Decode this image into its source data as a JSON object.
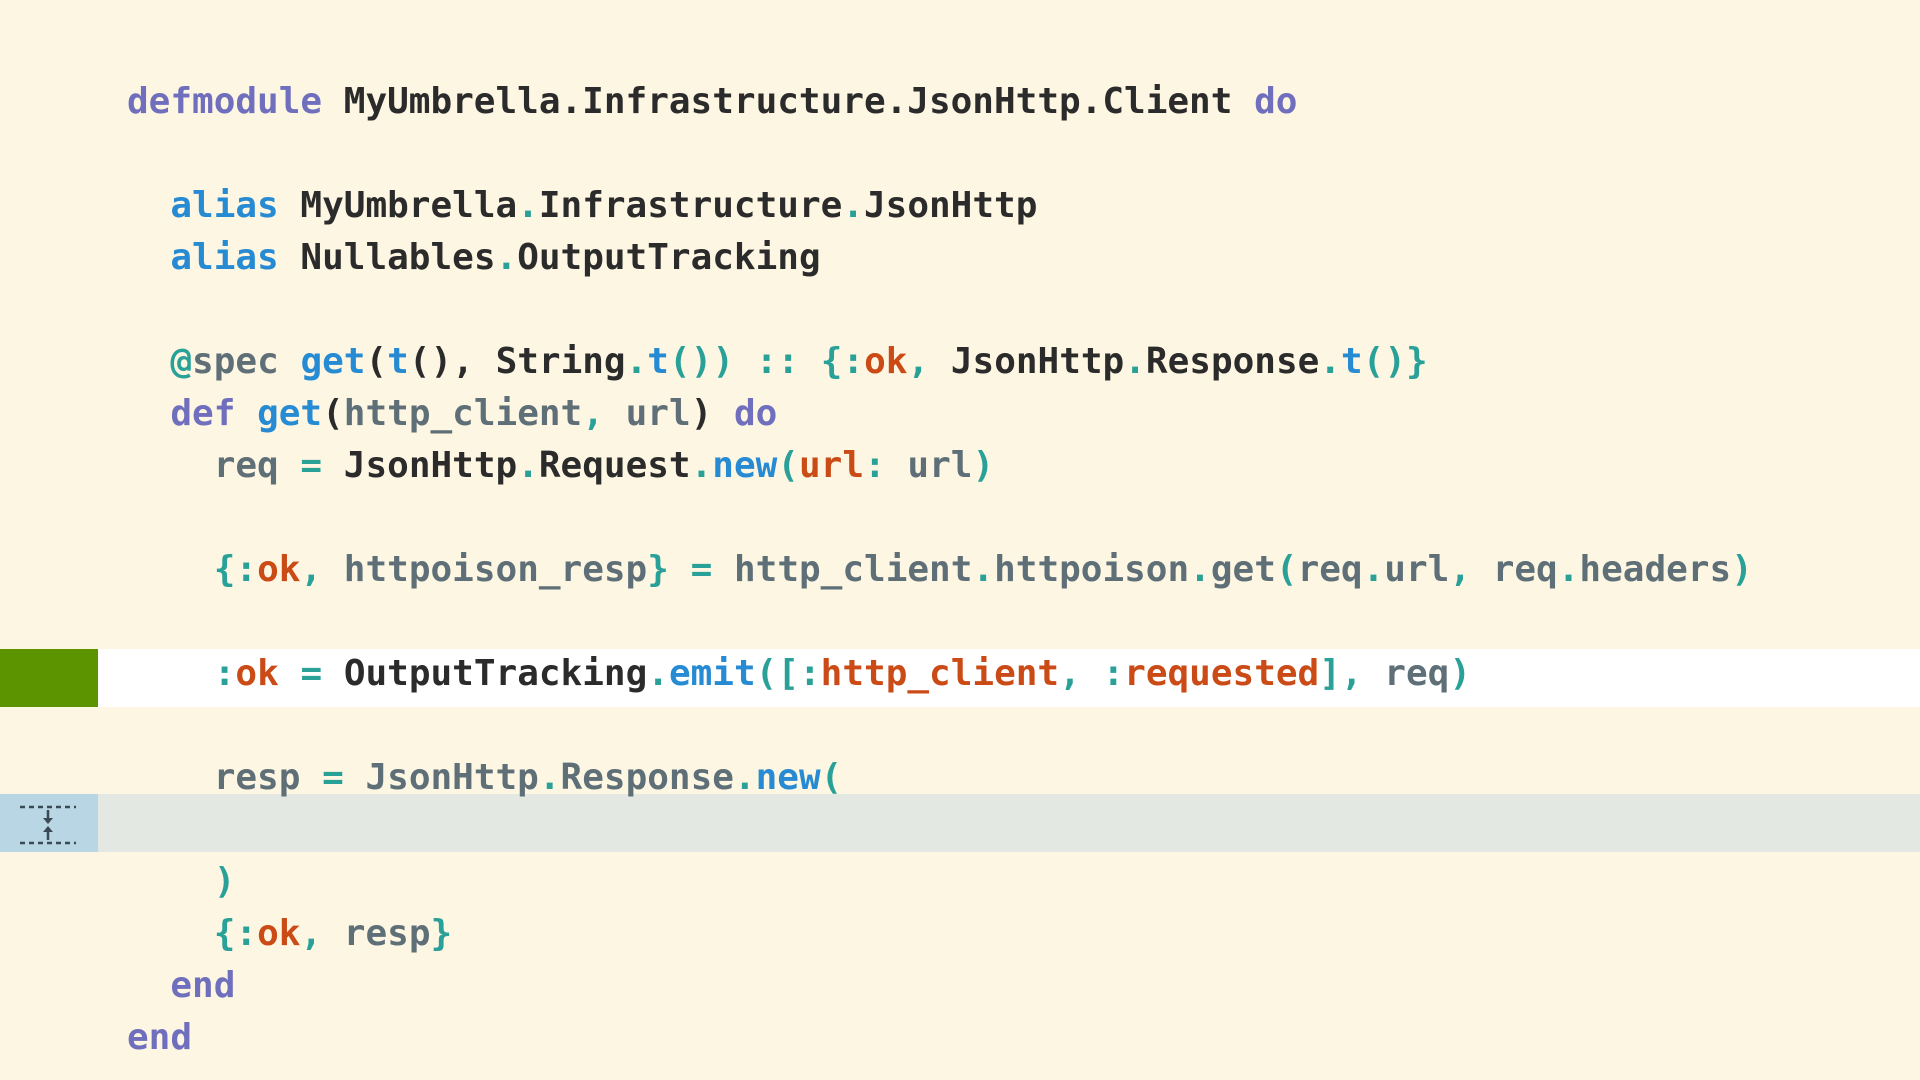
{
  "colors": {
    "background": "#fdf6e3",
    "keyword": "#6f6fbd",
    "alias": "#268bd2",
    "module": "#2b2b2b",
    "function": "#268bd2",
    "variable": "#5f6f77",
    "atom": "#cb4b16",
    "punctuation": "#2aa198",
    "added_marker": "#5c9400",
    "fold_marker": "#b9d6e4",
    "highlight_line": "#ffffff",
    "collapsed_line": "#e4e8e2"
  },
  "gutter": {
    "added_icon": "added-line-marker",
    "fold_icon": "expand-collapsed-icon"
  },
  "code": {
    "lines": [
      {
        "tokens": [
          {
            "c": "t-kw",
            "t": "defmodule"
          },
          {
            "c": "t-plain",
            "t": " "
          },
          {
            "c": "t-mod",
            "t": "MyUmbrella.Infrastructure.JsonHttp.Client"
          },
          {
            "c": "t-plain",
            "t": " "
          },
          {
            "c": "t-kw",
            "t": "do"
          }
        ]
      },
      {
        "tokens": []
      },
      {
        "tokens": [
          {
            "c": "t-plain",
            "t": "  "
          },
          {
            "c": "t-alias",
            "t": "alias"
          },
          {
            "c": "t-plain",
            "t": " "
          },
          {
            "c": "t-mod",
            "t": "MyUmbrella"
          },
          {
            "c": "t-dot",
            "t": "."
          },
          {
            "c": "t-mod",
            "t": "Infrastructure"
          },
          {
            "c": "t-dot",
            "t": "."
          },
          {
            "c": "t-mod",
            "t": "JsonHttp"
          }
        ]
      },
      {
        "tokens": [
          {
            "c": "t-plain",
            "t": "  "
          },
          {
            "c": "t-alias",
            "t": "alias"
          },
          {
            "c": "t-plain",
            "t": " "
          },
          {
            "c": "t-mod",
            "t": "Nullables"
          },
          {
            "c": "t-dot",
            "t": "."
          },
          {
            "c": "t-mod",
            "t": "OutputTracking"
          }
        ]
      },
      {
        "tokens": []
      },
      {
        "tokens": [
          {
            "c": "t-plain",
            "t": "  "
          },
          {
            "c": "t-attr",
            "t": "@"
          },
          {
            "c": "t-attr-name",
            "t": "spec"
          },
          {
            "c": "t-plain",
            "t": " "
          },
          {
            "c": "t-fn",
            "t": "get"
          },
          {
            "c": "t-plain",
            "t": "("
          },
          {
            "c": "t-fn",
            "t": "t"
          },
          {
            "c": "t-plain",
            "t": "(),"
          },
          {
            "c": "t-plain",
            "t": " "
          },
          {
            "c": "t-mod",
            "t": "String"
          },
          {
            "c": "t-dot",
            "t": "."
          },
          {
            "c": "t-fn",
            "t": "t"
          },
          {
            "c": "t-punc",
            "t": "())"
          },
          {
            "c": "t-plain",
            "t": " "
          },
          {
            "c": "t-punc",
            "t": "::"
          },
          {
            "c": "t-plain",
            "t": " "
          },
          {
            "c": "t-punc",
            "t": "{:"
          },
          {
            "c": "t-atom",
            "t": "ok"
          },
          {
            "c": "t-punc",
            "t": ","
          },
          {
            "c": "t-plain",
            "t": " "
          },
          {
            "c": "t-mod",
            "t": "JsonHttp"
          },
          {
            "c": "t-dot",
            "t": "."
          },
          {
            "c": "t-mod",
            "t": "Response"
          },
          {
            "c": "t-dot",
            "t": "."
          },
          {
            "c": "t-fn",
            "t": "t"
          },
          {
            "c": "t-punc",
            "t": "()}"
          }
        ]
      },
      {
        "tokens": [
          {
            "c": "t-plain",
            "t": "  "
          },
          {
            "c": "t-kw",
            "t": "def"
          },
          {
            "c": "t-plain",
            "t": " "
          },
          {
            "c": "t-fn",
            "t": "get"
          },
          {
            "c": "t-plain",
            "t": "("
          },
          {
            "c": "t-var",
            "t": "http_client"
          },
          {
            "c": "t-punc",
            "t": ","
          },
          {
            "c": "t-plain",
            "t": " "
          },
          {
            "c": "t-var",
            "t": "url"
          },
          {
            "c": "t-plain",
            "t": ")"
          },
          {
            "c": "t-plain",
            "t": " "
          },
          {
            "c": "t-kw",
            "t": "do"
          }
        ]
      },
      {
        "tokens": [
          {
            "c": "t-plain",
            "t": "    "
          },
          {
            "c": "t-var",
            "t": "req"
          },
          {
            "c": "t-plain",
            "t": " "
          },
          {
            "c": "t-punc",
            "t": "="
          },
          {
            "c": "t-plain",
            "t": " "
          },
          {
            "c": "t-mod",
            "t": "JsonHttp"
          },
          {
            "c": "t-dot",
            "t": "."
          },
          {
            "c": "t-mod",
            "t": "Request"
          },
          {
            "c": "t-dot",
            "t": "."
          },
          {
            "c": "t-fn",
            "t": "new"
          },
          {
            "c": "t-punc",
            "t": "("
          },
          {
            "c": "t-atom",
            "t": "url"
          },
          {
            "c": "t-punc",
            "t": ":"
          },
          {
            "c": "t-plain",
            "t": " "
          },
          {
            "c": "t-var",
            "t": "url"
          },
          {
            "c": "t-punc",
            "t": ")"
          }
        ]
      },
      {
        "tokens": []
      },
      {
        "tokens": [
          {
            "c": "t-plain",
            "t": "    "
          },
          {
            "c": "t-punc",
            "t": "{:"
          },
          {
            "c": "t-atom",
            "t": "ok"
          },
          {
            "c": "t-punc",
            "t": ","
          },
          {
            "c": "t-plain",
            "t": " "
          },
          {
            "c": "t-var",
            "t": "httpoison_resp"
          },
          {
            "c": "t-punc",
            "t": "}"
          },
          {
            "c": "t-plain",
            "t": " "
          },
          {
            "c": "t-punc",
            "t": "="
          },
          {
            "c": "t-plain",
            "t": " "
          },
          {
            "c": "t-var",
            "t": "http_client"
          },
          {
            "c": "t-dot",
            "t": "."
          },
          {
            "c": "t-var",
            "t": "httpoison"
          },
          {
            "c": "t-dot",
            "t": "."
          },
          {
            "c": "t-var",
            "t": "get"
          },
          {
            "c": "t-punc",
            "t": "("
          },
          {
            "c": "t-var",
            "t": "req"
          },
          {
            "c": "t-dot",
            "t": "."
          },
          {
            "c": "t-var",
            "t": "url"
          },
          {
            "c": "t-punc",
            "t": ","
          },
          {
            "c": "t-plain",
            "t": " "
          },
          {
            "c": "t-var",
            "t": "req"
          },
          {
            "c": "t-dot",
            "t": "."
          },
          {
            "c": "t-var",
            "t": "headers"
          },
          {
            "c": "t-punc",
            "t": ")"
          }
        ]
      },
      {
        "tokens": []
      },
      {
        "tokens": [
          {
            "c": "t-plain",
            "t": "    "
          },
          {
            "c": "t-punc",
            "t": ":"
          },
          {
            "c": "t-atom",
            "t": "ok"
          },
          {
            "c": "t-plain",
            "t": " "
          },
          {
            "c": "t-punc",
            "t": "="
          },
          {
            "c": "t-plain",
            "t": " "
          },
          {
            "c": "t-mod",
            "t": "OutputTracking"
          },
          {
            "c": "t-dot",
            "t": "."
          },
          {
            "c": "t-fn",
            "t": "emit"
          },
          {
            "c": "t-punc",
            "t": "([:"
          },
          {
            "c": "t-atom",
            "t": "http_client"
          },
          {
            "c": "t-punc",
            "t": ","
          },
          {
            "c": "t-plain",
            "t": " "
          },
          {
            "c": "t-punc",
            "t": ":"
          },
          {
            "c": "t-atom",
            "t": "requested"
          },
          {
            "c": "t-punc",
            "t": "],"
          },
          {
            "c": "t-plain",
            "t": " "
          },
          {
            "c": "t-var",
            "t": "req"
          },
          {
            "c": "t-punc",
            "t": ")"
          }
        ]
      },
      {
        "tokens": []
      },
      {
        "tokens": [
          {
            "c": "t-plain",
            "t": "    "
          },
          {
            "c": "t-var",
            "t": "resp"
          },
          {
            "c": "t-plain",
            "t": " "
          },
          {
            "c": "t-punc",
            "t": "="
          },
          {
            "c": "t-plain",
            "t": " "
          },
          {
            "c": "t-var",
            "t": "JsonHttp"
          },
          {
            "c": "t-dot",
            "t": "."
          },
          {
            "c": "t-var",
            "t": "Response"
          },
          {
            "c": "t-dot",
            "t": "."
          },
          {
            "c": "t-fn",
            "t": "new"
          },
          {
            "c": "t-punc",
            "t": "("
          }
        ]
      },
      {
        "tokens": []
      },
      {
        "tokens": [
          {
            "c": "t-plain",
            "t": "    "
          },
          {
            "c": "t-punc",
            "t": ")"
          }
        ]
      },
      {
        "tokens": [
          {
            "c": "t-plain",
            "t": "    "
          },
          {
            "c": "t-punc",
            "t": "{:"
          },
          {
            "c": "t-atom",
            "t": "ok"
          },
          {
            "c": "t-punc",
            "t": ","
          },
          {
            "c": "t-plain",
            "t": " "
          },
          {
            "c": "t-var",
            "t": "resp"
          },
          {
            "c": "t-punc",
            "t": "}"
          }
        ]
      },
      {
        "tokens": [
          {
            "c": "t-plain",
            "t": "  "
          },
          {
            "c": "t-kw",
            "t": "end"
          }
        ]
      },
      {
        "tokens": [
          {
            "c": "t-kw",
            "t": "end"
          }
        ]
      }
    ]
  }
}
